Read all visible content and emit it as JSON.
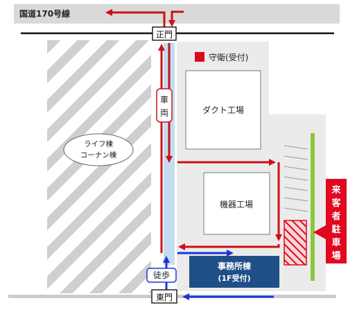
{
  "labels": {
    "road": "国道170号線",
    "main_gate": "正門",
    "east_gate": "東門",
    "guard": "守衛(受付)",
    "duct_factory": "ダクト工場",
    "equipment_factory": "機器工場",
    "life_corner": [
      "ライフ棟",
      "コーナン棟"
    ],
    "vehicle": [
      "車",
      "両"
    ],
    "pedestrian": "徒歩",
    "office": [
      "事務所棟",
      "(1F受付)"
    ],
    "visitor_parking": [
      "来",
      "客",
      "者",
      "駐",
      "車",
      "場"
    ]
  },
  "colors": {
    "red_route": "#cc1016",
    "blue_route": "#1a35d6",
    "office_blue": "#1e4f86",
    "parking_red": "#e0071e",
    "green_line": "#8cc63f",
    "light_blue_path": "#c2def0",
    "grey_area": "#ebebeb",
    "road_grey": "#cccccc"
  }
}
